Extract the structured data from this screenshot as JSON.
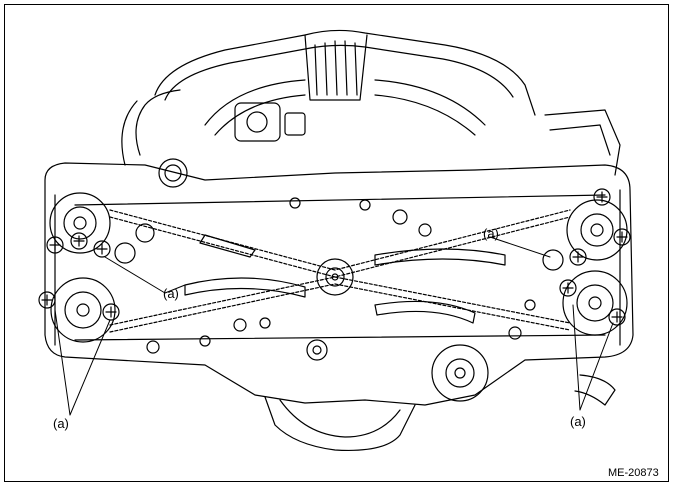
{
  "figure": {
    "callouts": {
      "left_bottom": "(a)",
      "left_middle": "(a)",
      "right_middle": "(a)",
      "right_bottom": "(a)"
    },
    "figure_code": "ME-20873"
  },
  "colors": {
    "line": "#000000",
    "background": "#ffffff"
  }
}
